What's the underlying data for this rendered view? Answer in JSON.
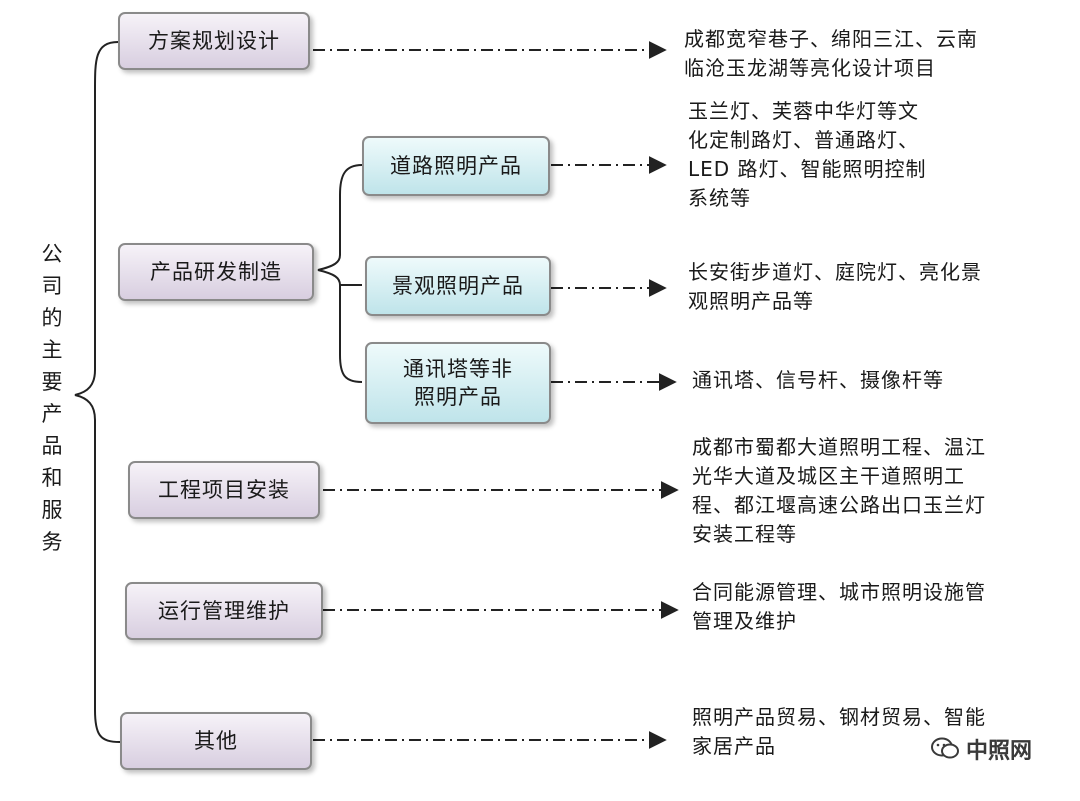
{
  "root": {
    "label": "公司的主要产品和服务"
  },
  "nodes": [
    {
      "id": "fangan",
      "label": "方案规划设计",
      "desc": "成都宽窄巷子、绵阳三江、云南\n临沧玉龙湖等亮化设计项目"
    },
    {
      "id": "chanpin",
      "label": "产品研发制造",
      "children": [
        {
          "id": "daolu",
          "label": "道路照明产品",
          "desc": "玉兰灯、芙蓉中华灯等文\n化定制路灯、普通路灯、\nLED 路灯、智能照明控制\n系统等"
        },
        {
          "id": "jingguan",
          "label": "景观照明产品",
          "desc": "长安街步道灯、庭院灯、亮化景\n观照明产品等"
        },
        {
          "id": "tongxun",
          "label": "通讯塔等非\n照明产品",
          "desc": "通讯塔、信号杆、摄像杆等"
        }
      ]
    },
    {
      "id": "gongcheng",
      "label": "工程项目安装",
      "desc": "成都市蜀都大道照明工程、温江\n光华大道及城区主干道照明工\n程、都江堰高速公路出口玉兰灯\n安装工程等"
    },
    {
      "id": "yunxing",
      "label": "运行管理维护",
      "desc": "合同能源管理、城市照明设施管\n管理及维护"
    },
    {
      "id": "qita",
      "label": "其他",
      "desc": "照明产品贸易、钢材贸易、智能\n家居产品"
    }
  ],
  "watermark": {
    "text": "中照网"
  }
}
